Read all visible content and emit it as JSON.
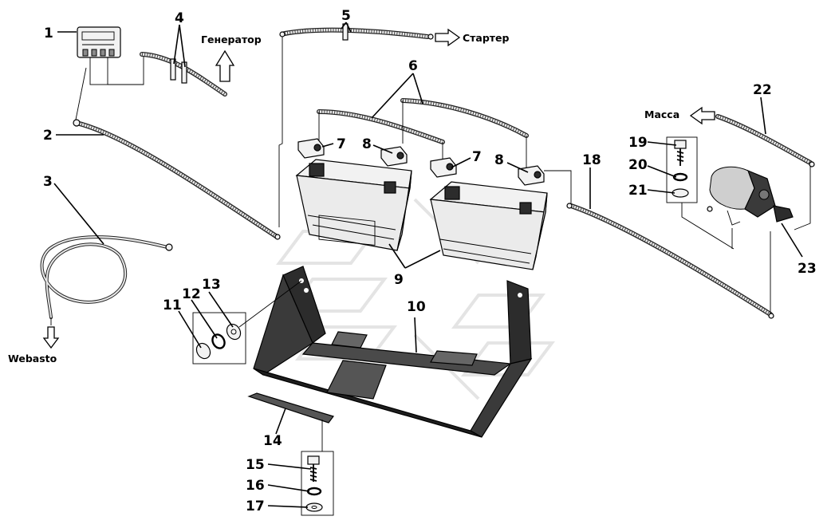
{
  "callouts": {
    "n1": "1",
    "n2": "2",
    "n3": "3",
    "n4": "4",
    "n5": "5",
    "n6": "6",
    "n7a": "7",
    "n7b": "7",
    "n8a": "8",
    "n8b": "8",
    "n9": "9",
    "n10": "10",
    "n11": "11",
    "n12": "12",
    "n13": "13",
    "n14": "14",
    "n15": "15",
    "n16": "16",
    "n17": "17",
    "n18": "18",
    "n19": "19",
    "n20": "20",
    "n21": "21",
    "n22": "22",
    "n23": "23"
  },
  "destinations": {
    "generator": "Генератор",
    "starter": "Стартер",
    "ground": "Масса",
    "webasto": "Webasto"
  }
}
